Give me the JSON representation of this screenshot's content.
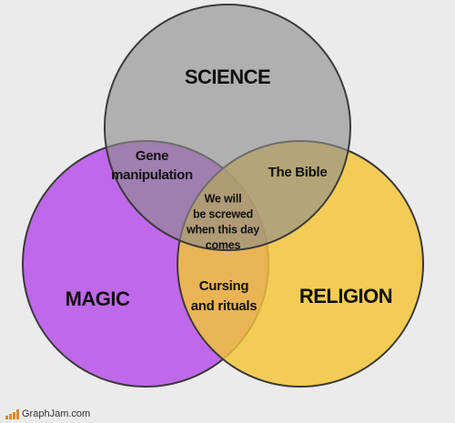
{
  "diagram": {
    "type": "venn",
    "sets": [
      {
        "id": "science",
        "label": "SCIENCE",
        "color": "#8c8c8c"
      },
      {
        "id": "magic",
        "label": "MAGIC",
        "color": "#b44ae8"
      },
      {
        "id": "religion",
        "label": "RELIGION",
        "color": "#f3c535"
      }
    ],
    "intersections": {
      "science_magic": [
        "Gene",
        "manipulation"
      ],
      "science_religion": [
        "The Bible"
      ],
      "magic_religion": [
        "Cursing",
        "and rituals"
      ],
      "all_three": [
        "We will",
        "be screwed",
        "when this day",
        "comes"
      ]
    },
    "outline_color": "#3a3a3a"
  },
  "credit": {
    "text": "GraphJam.com",
    "color": "#e08a1e"
  }
}
